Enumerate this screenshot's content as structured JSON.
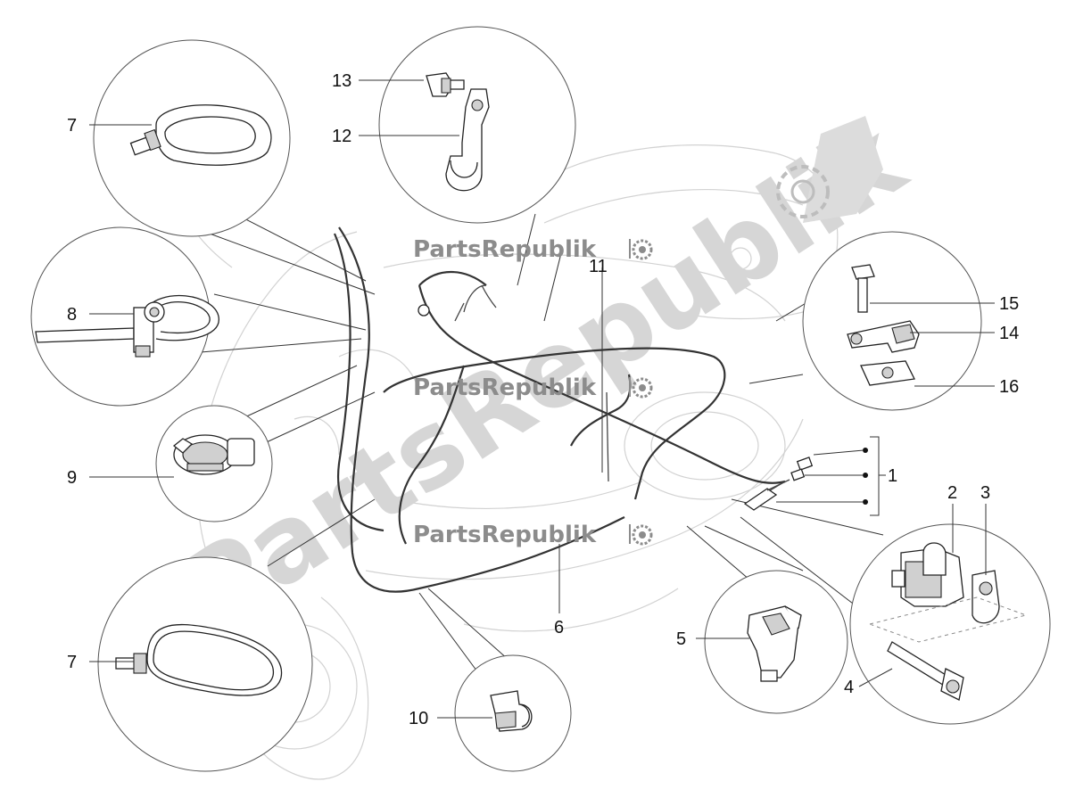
{
  "callouts": {
    "c1": "1",
    "c2": "2",
    "c3": "3",
    "c4": "4",
    "c5": "5",
    "c6": "6",
    "c7a": "7",
    "c7b": "7",
    "c8": "8",
    "c9": "9",
    "c10": "10",
    "c11": "11",
    "c12": "12",
    "c13": "13",
    "c14": "14",
    "c15": "15",
    "c16": "16"
  },
  "watermark": {
    "text": "PartsRepublik",
    "big_text": "PartsRepublik",
    "logo_icon": "gear-icon"
  },
  "colors": {
    "line": "#222222",
    "watermark_text": "#8c8c8c",
    "watermark_big": "#d6d6d6",
    "ghost_outline": "#d2d2d2"
  }
}
